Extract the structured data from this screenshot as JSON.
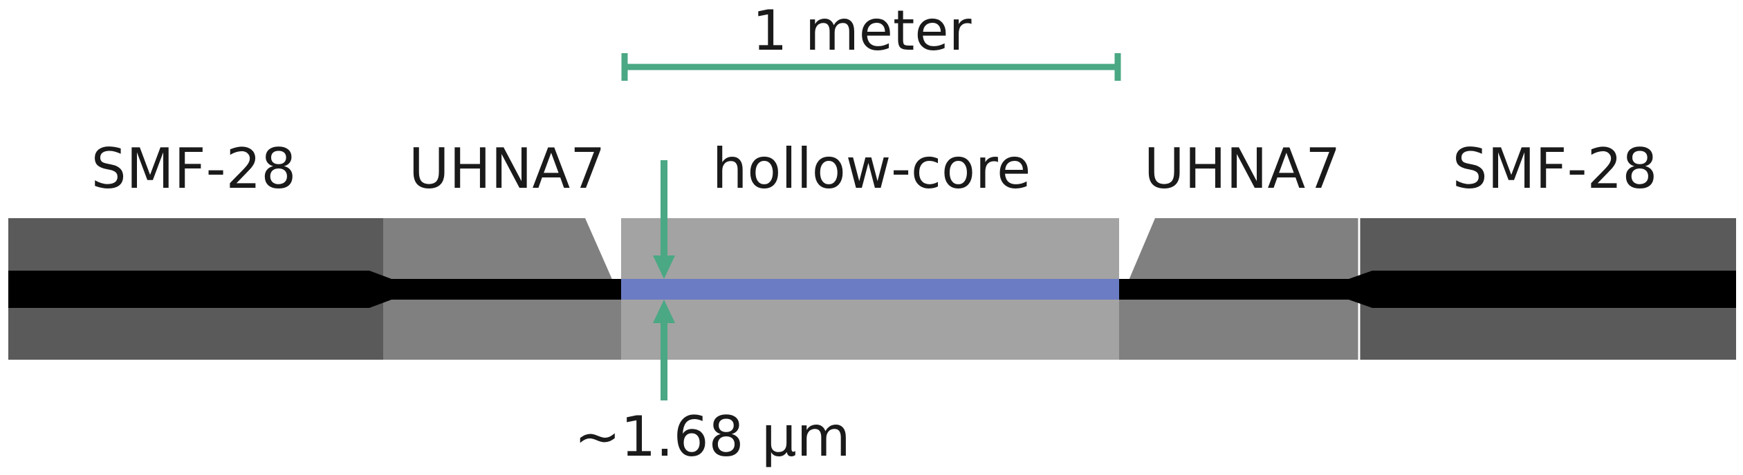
{
  "labels": {
    "length": "1 meter",
    "left_smf": "SMF-28",
    "left_uhna": "UHNA7",
    "hollow_core": "hollow-core",
    "right_uhna": "UHNA7",
    "right_smf": "SMF-28",
    "core_diameter": "~1.68 µm"
  },
  "colors": {
    "accent": "#4aa884",
    "smf_cladding": "#5a5a5a",
    "uhna_cladding": "#808080",
    "hollow_core_cladding": "#a3a3a3",
    "fiber_core": "#000000",
    "hollow_core_channel": "#6b7cc4"
  }
}
